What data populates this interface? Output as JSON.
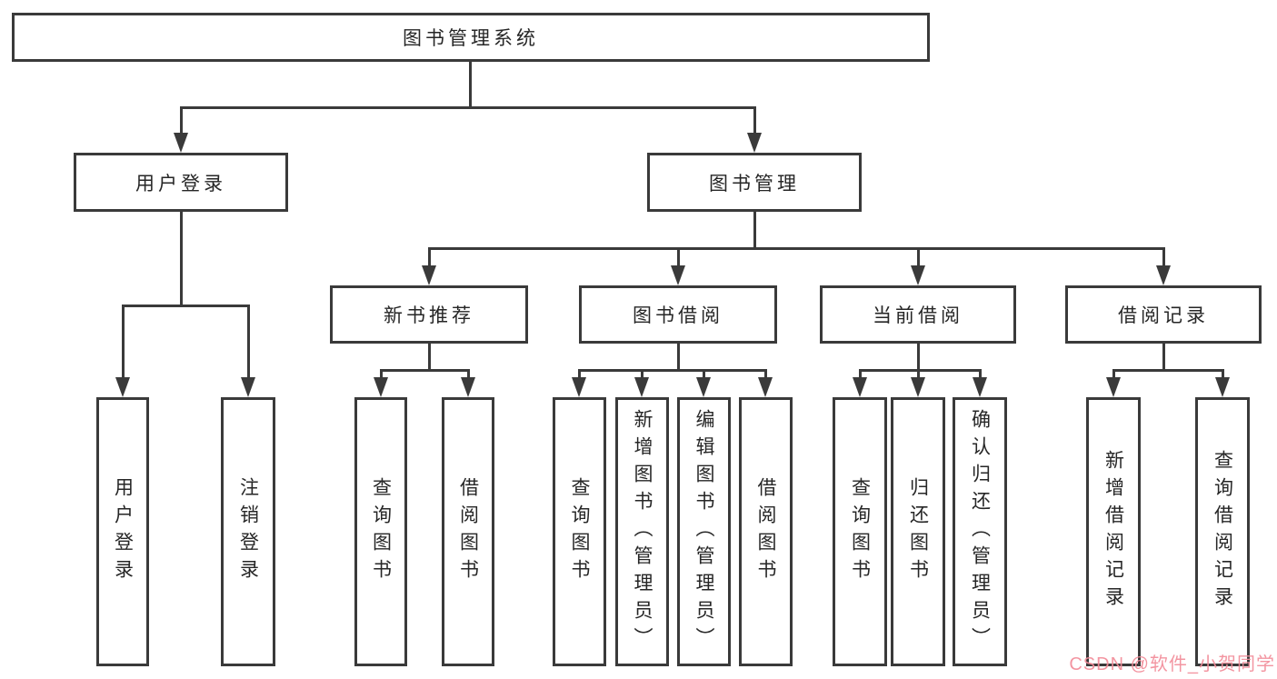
{
  "nodes": {
    "root": "图书管理系统",
    "user_login": {
      "label": "用户登录",
      "children": [
        "用户登录",
        "注销登录"
      ]
    },
    "book_mgmt": {
      "label": "图书管理",
      "children": [
        {
          "label": "新书推荐",
          "children": [
            "查询图书",
            "借阅图书"
          ]
        },
        {
          "label": "图书借阅",
          "children": [
            "查询图书",
            "新增图书（管理员）",
            "编辑图书（管理员）",
            "借阅图书"
          ]
        },
        {
          "label": "当前借阅",
          "children": [
            "查询图书",
            "归还图书",
            "确认归还（管理员）"
          ]
        },
        {
          "label": "借阅记录",
          "children": [
            "新增借阅记录",
            "查询借阅记录"
          ]
        }
      ]
    }
  },
  "watermark": {
    "text": "CSDN @软件_小贺同学"
  },
  "colors": {
    "line": "#3a3a3a",
    "text": "#262626",
    "watermark_pink": "#f28c99"
  }
}
